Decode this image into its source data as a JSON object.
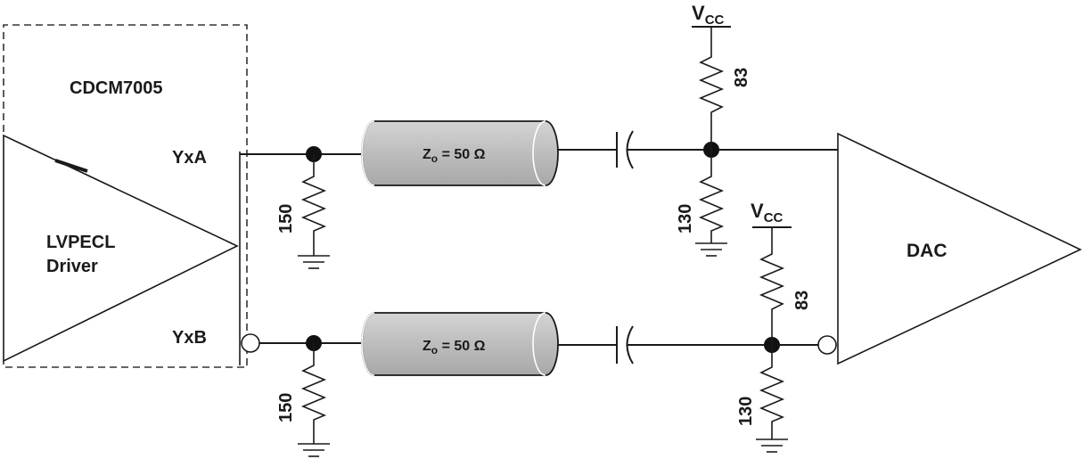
{
  "chip_label": "CDCM7005",
  "driver_label_line1": "LVPECL",
  "driver_label_line2": "Driver",
  "pin_a": "YxA",
  "pin_b": "YxB",
  "termination_resistor": "150",
  "cable_label_prefix": "Z",
  "cable_label_sub": "o",
  "cable_label_value": " = 50 Ω",
  "supply_label": "V",
  "supply_label_sub": "CC",
  "pullup_resistor": "83",
  "pulldown_resistor": "130",
  "receiver_label": "DAC"
}
